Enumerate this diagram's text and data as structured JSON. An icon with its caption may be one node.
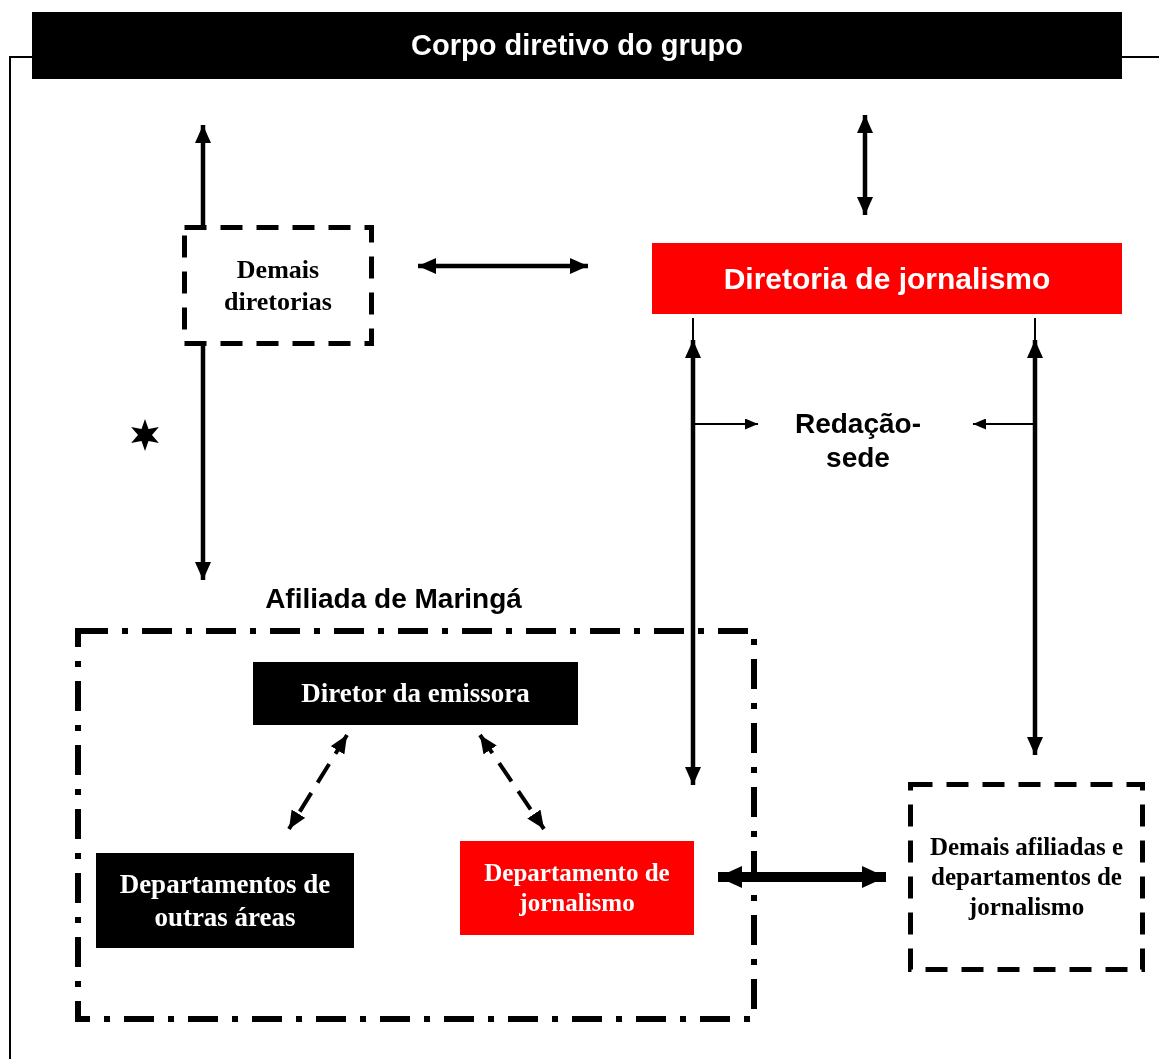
{
  "diagram": {
    "nodes": [
      {
        "text": [
          "Corpo diretivo do grupo"
        ]
      },
      {
        "text": [
          "Demais diretorias"
        ]
      },
      {
        "text": [
          "Diretoria de jornalismo"
        ]
      },
      {
        "text": [
          "Redação-sede"
        ]
      },
      {
        "text": [
          "Afiliada de Maringá"
        ]
      },
      {
        "text": [
          "Diretor da emissora"
        ],
        "in": 4
      },
      {
        "text": [
          "Departamentos de outras áreas"
        ],
        "in": 4
      },
      {
        "text": [
          "Departamento de jornalismo"
        ],
        "in": 4
      },
      {
        "text": [
          "Demais afiliadas e departamentos de jornalismo"
        ]
      }
    ],
    "edges": [
      {
        "from": 1,
        "to": 0,
        "arrow": "to"
      },
      {
        "from": 0,
        "to": 2,
        "arrow": "both"
      },
      {
        "from": 1,
        "to": 2,
        "arrow": "both"
      },
      {
        "from": 1,
        "to": 4,
        "arrow": "to"
      },
      {
        "from": 2,
        "to": 7,
        "arrow": "both"
      },
      {
        "from": 2,
        "to": 3,
        "arrow": "to"
      },
      {
        "from": 2,
        "to": 8,
        "arrow": "both"
      },
      {
        "from": 2,
        "to": 3,
        "arrow": "to"
      },
      {
        "from": 5,
        "to": 6,
        "arrow": "both",
        "style": "dashed"
      },
      {
        "from": 5,
        "to": 7,
        "arrow": "both",
        "style": "dashed"
      },
      {
        "from": 7,
        "to": 8,
        "arrow": "both",
        "style": "thick"
      }
    ]
  }
}
